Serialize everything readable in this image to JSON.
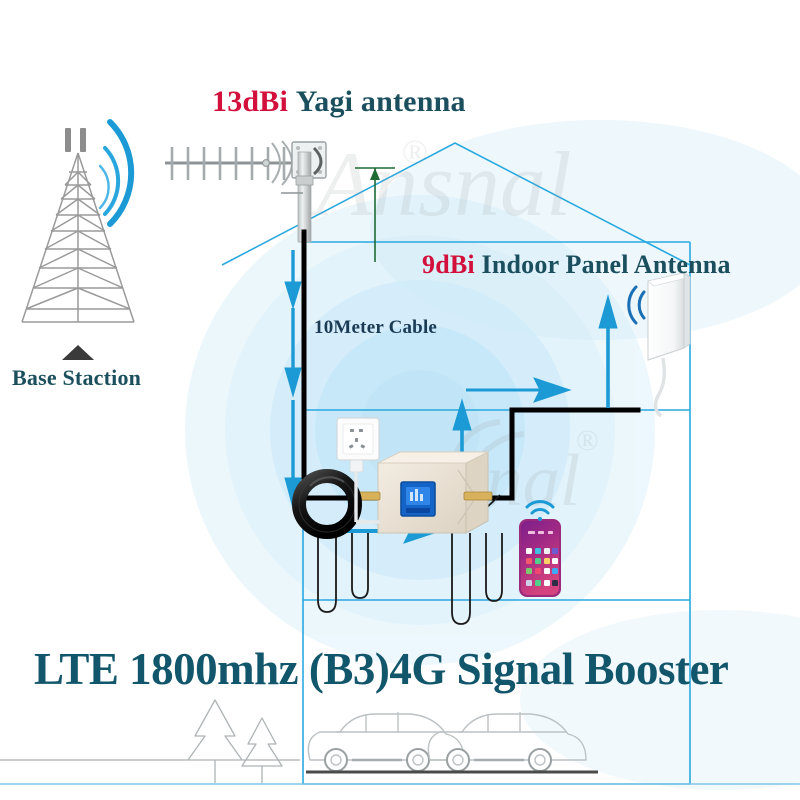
{
  "diagram": {
    "title": "LTE 1800mhz (B3)4G Signal Booster",
    "watermark": {
      "brand": "Ansnal",
      "registered_mark": "®"
    },
    "labels": {
      "yagi_gain": "13dBi",
      "yagi_name": "Yagi antenna",
      "panel_gain": "9dBi",
      "panel_name": "Indoor Panel Antenna",
      "cable": "10Meter Cable",
      "base_station": "Base Staction"
    },
    "colors": {
      "accent_red": "#d2103b",
      "accent_teal": "#1b4f5e",
      "title_teal": "#12566b",
      "arrow_blue": "#1c9ad6",
      "house_outline": "#29a8e0",
      "signal_blue": "#1f94d8",
      "booster_body": "#ece4d8",
      "booster_screen": "#1464c8",
      "tower_gray": "#9a9a9a",
      "cable_black": "#000000",
      "phone_magenta": "#c9357f"
    },
    "components": [
      {
        "name": "cell-tower",
        "label": "Base Staction"
      },
      {
        "name": "yagi-antenna",
        "label": "13dBi Yagi antenna"
      },
      {
        "name": "coax-cable",
        "label": "10Meter Cable"
      },
      {
        "name": "signal-booster",
        "label": "LTE 1800mhz (B3)4G Signal Booster"
      },
      {
        "name": "indoor-panel-antenna",
        "label": "9dBi Indoor Panel Antenna"
      },
      {
        "name": "power-outlet",
        "label": "Power outlet"
      },
      {
        "name": "smartphone",
        "label": "Mobile phone"
      }
    ]
  }
}
